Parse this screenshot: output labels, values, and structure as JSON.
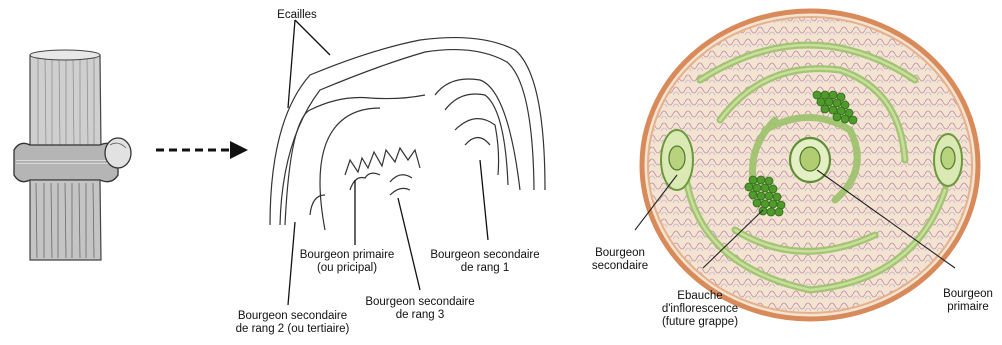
{
  "middle": {
    "labels": {
      "ecailles": "Ecailles",
      "bourgeon_primaire": "Bourgeon primaire\n(ou pricipal)",
      "secondaire_rang1": "Bourgeon secondaire\nde rang 1",
      "secondaire_rang3": "Bourgeon secondaire\nde rang 3",
      "secondaire_rang2": "Bourgeon secondaire\nde rang 2 (ou tertiaire)"
    }
  },
  "right": {
    "labels": {
      "bourgeon_secondaire": "Bourgeon\nsecondaire",
      "ebauche": "Ebauche\nd'inflorescence\n(future grappe)",
      "bourgeon_primaire": "Bourgeon\nprimaire"
    }
  },
  "colors": {
    "stem": "#8a8a8a",
    "outer_ring": "#d98a5a",
    "tissue": "#b46aa0",
    "leaf_green": "#9bc26a",
    "grape_green": "#4f9a2a"
  },
  "icons": [
    "dashed-arrow-icon"
  ]
}
